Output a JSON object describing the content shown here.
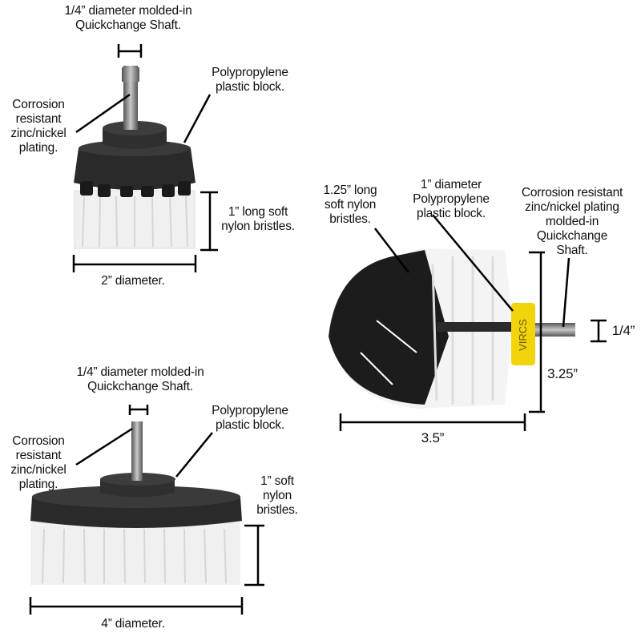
{
  "brand_logo": "VIRCS",
  "brush_2in": {
    "shaft_label": [
      "1/4” diameter molded-in",
      "Quickchange Shaft."
    ],
    "block_label": [
      "Polypropylene",
      "plastic block."
    ],
    "plating_label": [
      "Corrosion",
      "resistant",
      "zinc/nickel",
      "plating."
    ],
    "bristle_label": [
      "1” long soft",
      "nylon bristles."
    ],
    "diameter_label": "2” diameter."
  },
  "brush_4in": {
    "shaft_label": [
      "1/4” diameter molded-in",
      "Quickchange Shaft."
    ],
    "block_label": [
      "Polypropylene",
      "plastic block."
    ],
    "plating_label": [
      "Corrosion",
      "resistant",
      "zinc/nickel",
      "plating."
    ],
    "bristle_label": [
      "1” soft",
      "nylon",
      "bristles."
    ],
    "diameter_label": "4” diameter."
  },
  "brush_round": {
    "bristle_label": [
      "1.25” long",
      "soft nylon",
      "bristles."
    ],
    "block_label": [
      "1” diameter",
      "Polypropylene",
      "plastic block."
    ],
    "shaft_label": [
      "Corrosion resistant",
      "zinc/nickel plating",
      "molded-in",
      "Quickchange",
      "Shaft."
    ],
    "shaft_size_label": "1/4”",
    "height_label": "3.25”",
    "width_label": "3.5”"
  },
  "colors": {
    "block": "#2a2a2a",
    "bristle_white": "#f2f2f2",
    "logo_yellow": "#f2d40c",
    "shaft": "#8a8a8a"
  }
}
